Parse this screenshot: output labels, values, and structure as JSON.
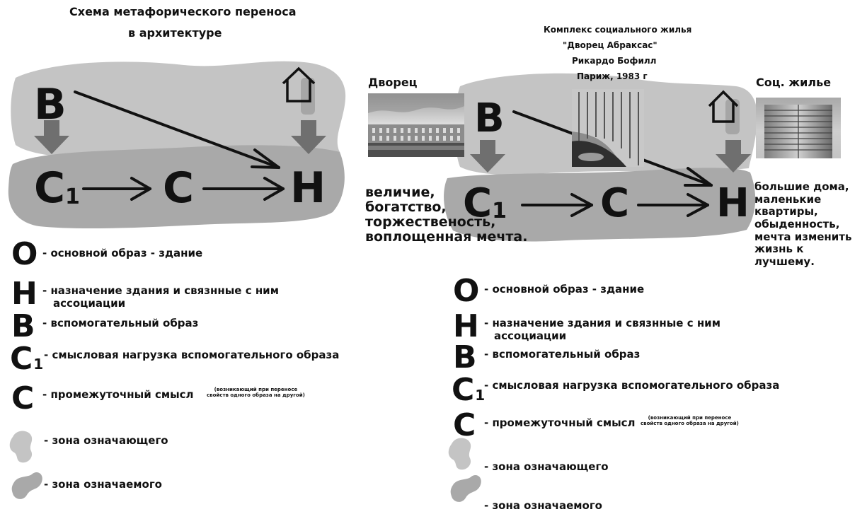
{
  "left": {
    "title_line1": "Схема метафорического переноса",
    "title_line2": "в архитектуре",
    "sym_b": "В",
    "sym_c1": "С",
    "sym_c1_sub": "1",
    "sym_c": "С",
    "sym_h": "Н"
  },
  "right": {
    "complex_line1": "Комплекс социального  жилья",
    "complex_line2": "\"Дворец Абраксас\"",
    "complex_line3": "Рикардо Бофилл",
    "complex_line4": "Париж, 1983 г",
    "palace_label": "Дворец",
    "social_label": "Соц. жилье",
    "sym_b": "В",
    "sym_c1": "С",
    "sym_c1_sub": "1",
    "sym_c": "С",
    "sym_h": "Н",
    "palace_assoc": [
      "величие,",
      "богатство,",
      "торжественость,",
      "воплощенная мечта."
    ],
    "social_assoc": [
      "большие дома,",
      "маленькие",
      "квартиры,",
      "обыденность,",
      "мечта изменить",
      "жизнь к лучшему."
    ]
  },
  "legend": {
    "o_sym": "О",
    "o_text": "- основной образ -  здание",
    "h_sym": "Н",
    "h_text_line1": "-  назначение здания и связнные с ним",
    "h_text_line2": "ассоциации",
    "b_sym": "В",
    "b_text": "- вспомогательный образ",
    "c1_sym": "С",
    "c1_sub": "1",
    "c1_text": "-  смысловая нагрузка вспомогательного образа",
    "c_sym": "С",
    "c_text": "-  промежуточный смысл",
    "c_note_line1": "(возникающий при переносе",
    "c_note_line2": "свойств одного образа на другой)",
    "zone1_text": "- зона означающего",
    "zone2_text": "- зона означаемого"
  }
}
